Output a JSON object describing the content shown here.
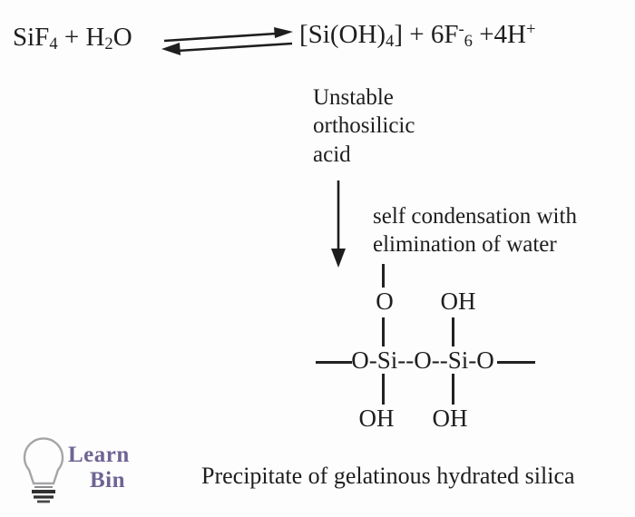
{
  "colors": {
    "background": "#fdfdfd",
    "ink": "#1e1e1e",
    "logo_text": "#6f6494",
    "bulb_outline": "#a5a5a8",
    "bulb_threads": "#2f2f2f"
  },
  "equation": {
    "left": {
      "si": "SiF",
      "si_sub": "4",
      "mid": " + H",
      "h_sub": "2",
      "o": "O"
    },
    "right": {
      "open": "[Si(OH)",
      "si_sub": "4",
      "mid": "] + 6F",
      "f_sup": "-",
      "f_sub": "6",
      "tail": " +4H",
      "h_sup": "+"
    }
  },
  "annotations": {
    "unstable": "Unstable\northosilicic\nacid",
    "condensation": "self condensation with\nelimination of water",
    "caption": "Precipitate of gelatinous hydrated silica"
  },
  "structure": {
    "top_o": "O",
    "top_oh": "OH",
    "chain": "O-Si--O--Si-O",
    "bottom_oh_left": "OH",
    "bottom_oh_right": "OH"
  },
  "logo": {
    "line1": "Learn",
    "line2": "Bin"
  }
}
